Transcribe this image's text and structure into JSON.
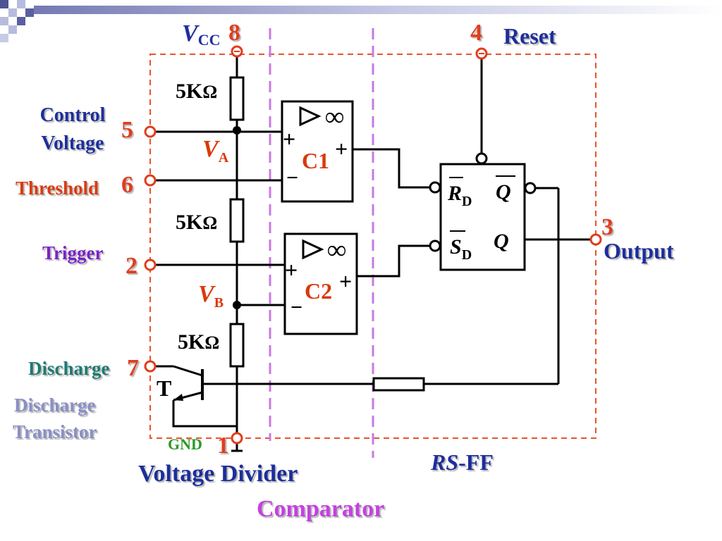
{
  "pins": {
    "vcc_num": "8",
    "reset_num": "4",
    "control_num": "5",
    "threshold_num": "6",
    "trigger_num": "2",
    "discharge_num": "7",
    "gnd_num": "1",
    "output_num": "3"
  },
  "labels": {
    "vcc_main": "V",
    "vcc_sub": "CC",
    "reset": "Reset",
    "control_line1": "Control",
    "control_line2": "Voltage",
    "threshold": "Threshold",
    "trigger": "Trigger",
    "discharge": "Discharge",
    "discharge_transistor_line1": "Discharge",
    "discharge_transistor_line2": "Transistor",
    "output": "Output",
    "gnd": "GND",
    "transistor": "T",
    "va_main": "V",
    "va_sub": "A",
    "vb_main": "V",
    "vb_sub": "B"
  },
  "resistors": {
    "r1": "5K",
    "r2": "5K",
    "r3": "5K",
    "ohm": "Ω"
  },
  "comparators": {
    "c1": "C1",
    "c2": "C2",
    "plus": "+",
    "minus": "−",
    "infinity": "∞"
  },
  "flipflop": {
    "rd_main": "R",
    "rd_sub": "D",
    "sd_main": "S",
    "sd_sub": "D",
    "qbar": "Q",
    "q": "Q"
  },
  "sections": {
    "voltage_divider": "Voltage Divider",
    "comparator": "Comparator",
    "rsff_italic": "RS",
    "rsff_rest": "-FF"
  },
  "colors": {
    "pin_number": "#e23c1a",
    "navy_text": "#1f2e9c",
    "threshold_red": "#d93a0a",
    "trigger_purple": "#7a22c8",
    "discharge_teal": "#1c7a72",
    "transistor_grey": "#8a8fc6",
    "gnd_green": "#2a9a2a",
    "comparator_magenta": "#c43fe0",
    "divider_line": "#c87ae0",
    "dashed_box": "#e8552a",
    "wire": "#000000",
    "corner_block_dark": "#5a5f9e",
    "corner_block_light": "#b7bbdd"
  }
}
